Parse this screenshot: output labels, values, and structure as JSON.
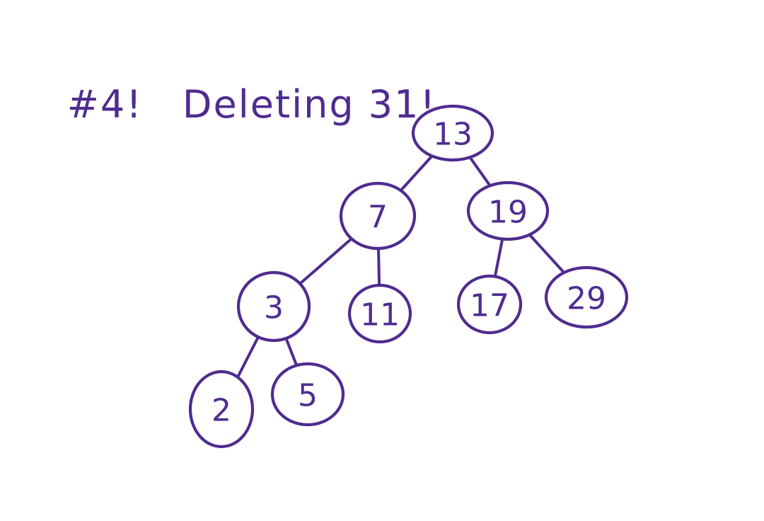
{
  "heading": {
    "number": "#4!",
    "text": "Deleting 31!"
  },
  "ink_color": "#4f2c8f",
  "tree": {
    "nodes": [
      {
        "id": "n13",
        "label": "13"
      },
      {
        "id": "n7",
        "label": "7"
      },
      {
        "id": "n19",
        "label": "19"
      },
      {
        "id": "n3",
        "label": "3"
      },
      {
        "id": "n11",
        "label": "11"
      },
      {
        "id": "n17",
        "label": "17"
      },
      {
        "id": "n29",
        "label": "29"
      },
      {
        "id": "n2",
        "label": "2"
      },
      {
        "id": "n5",
        "label": "5"
      }
    ],
    "edges": [
      {
        "from": "n13",
        "to": "n7"
      },
      {
        "from": "n13",
        "to": "n19"
      },
      {
        "from": "n7",
        "to": "n3"
      },
      {
        "from": "n7",
        "to": "n11"
      },
      {
        "from": "n19",
        "to": "n17"
      },
      {
        "from": "n19",
        "to": "n29"
      },
      {
        "from": "n3",
        "to": "n2"
      },
      {
        "from": "n3",
        "to": "n5"
      }
    ]
  }
}
